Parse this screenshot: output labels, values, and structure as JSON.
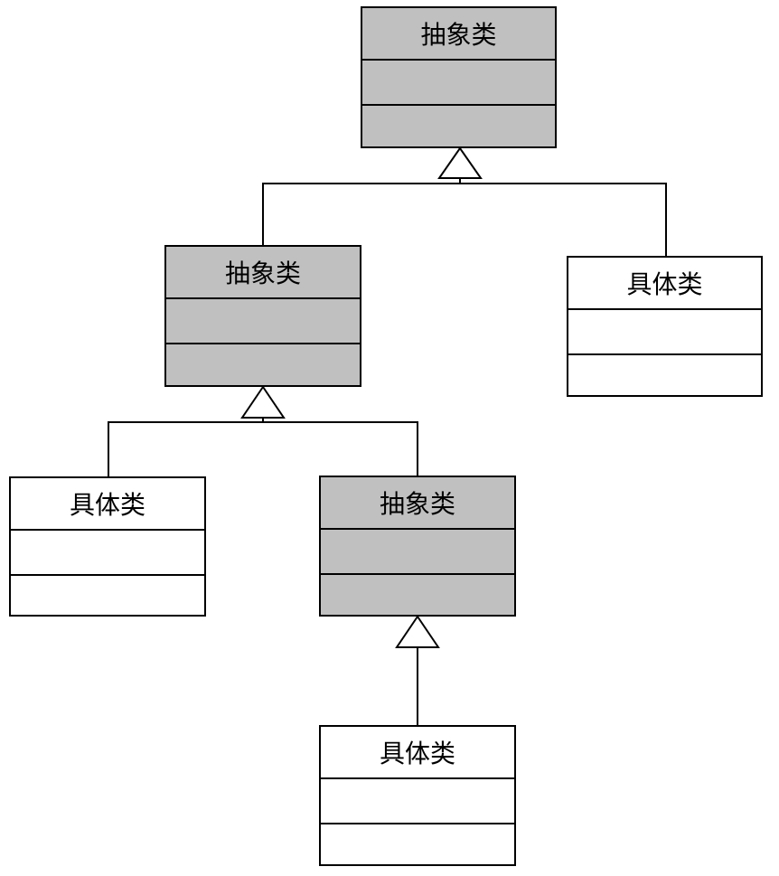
{
  "diagram": {
    "abstract_class_label": "抽象类",
    "concrete_class_label": "具体类",
    "colors": {
      "abstract_fill": "#c0c0c0",
      "concrete_fill": "#ffffff",
      "stroke": "#000000"
    },
    "classes": [
      {
        "id": "top",
        "name": "抽象类",
        "kind": "abstract"
      },
      {
        "id": "mid",
        "name": "抽象类",
        "kind": "abstract"
      },
      {
        "id": "right",
        "name": "具体类",
        "kind": "concrete"
      },
      {
        "id": "left",
        "name": "具体类",
        "kind": "concrete"
      },
      {
        "id": "midlow",
        "name": "抽象类",
        "kind": "abstract"
      },
      {
        "id": "bottom",
        "name": "具体类",
        "kind": "concrete"
      }
    ],
    "relationships": [
      {
        "type": "generalization",
        "parent": "top",
        "children": [
          "mid",
          "right"
        ]
      },
      {
        "type": "generalization",
        "parent": "mid",
        "children": [
          "left",
          "midlow"
        ]
      },
      {
        "type": "generalization",
        "parent": "midlow",
        "children": [
          "bottom"
        ]
      }
    ]
  }
}
